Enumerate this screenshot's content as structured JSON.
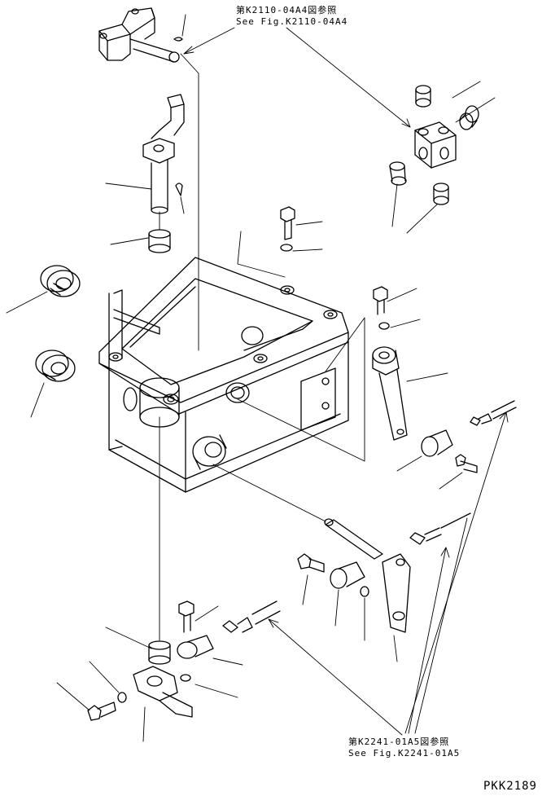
{
  "figure": {
    "sheet_code": "PKK2189",
    "references": {
      "top": {
        "jp": "第K2110-04A4図参照",
        "en": "See Fig.K2110-04A4"
      },
      "bottom": {
        "jp": "第K2241-01A5図参照",
        "en": "See Fig.K2241-01A5"
      }
    },
    "colors": {
      "ink": "#000000",
      "paper": "#ffffff"
    }
  }
}
